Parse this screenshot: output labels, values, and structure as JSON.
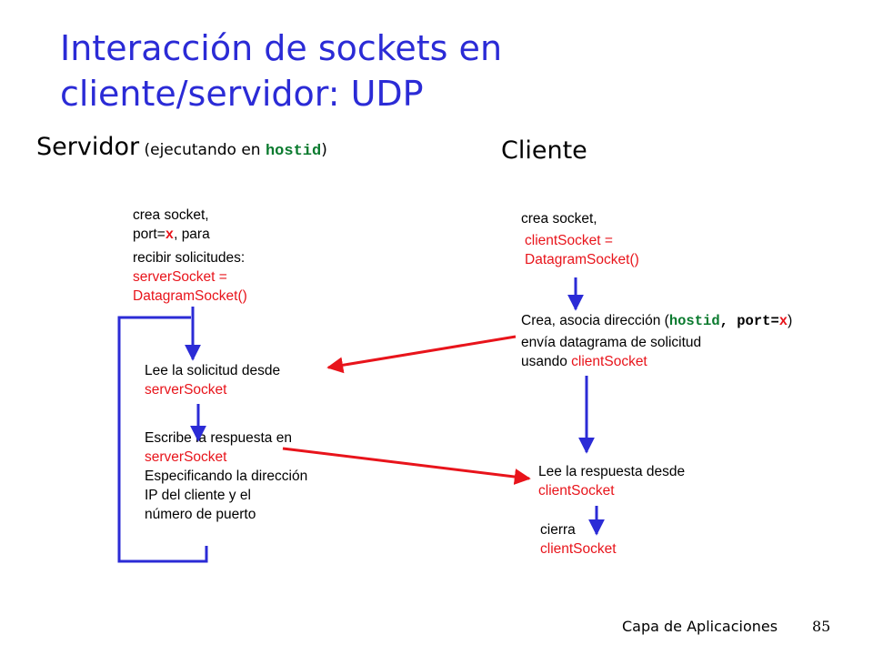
{
  "title": {
    "line1": "Interacción de sockets en",
    "line2": "cliente/servidor: UDP"
  },
  "server_header": {
    "label": "Servidor",
    "paren_open": " (ejecutando en ",
    "host": "hostid",
    "paren_close": ")"
  },
  "client_header": {
    "label": "Cliente"
  },
  "server": {
    "create": {
      "line1": "crea socket,",
      "port_pre": "port=",
      "port_var": "x",
      "port_post": ", para",
      "line3": "recibir solicitudes:",
      "code1": "serverSocket =",
      "code2": "DatagramSocket()"
    },
    "read": {
      "line1": "Lee la solicitud desde",
      "code": "serverSocket"
    },
    "write": {
      "line1": "Escribe la respuesta en",
      "code": "serverSocket",
      "line3": "Especificando la dirección",
      "line4": "IP del cliente y el",
      "line5": "número de puerto"
    }
  },
  "client": {
    "create": {
      "line1": "crea socket,",
      "code1": "clientSocket =",
      "code2": "DatagramSocket()"
    },
    "send": {
      "pre": "Crea, asocia dirección (",
      "host": "hostid",
      "mid": ", port=",
      "var": "x",
      "post": ")",
      "line2": "envía datagrama de solicitud",
      "line3_pre": "usando ",
      "line3_code": "clientSocket"
    },
    "read": {
      "line1": "Lee la respuesta desde",
      "code": "clientSocket"
    },
    "close": {
      "line1": "cierra",
      "code": "clientSocket"
    }
  },
  "footer": {
    "label": "Capa de Aplicaciones",
    "page": "85"
  },
  "colors": {
    "title": "#2b2bd6",
    "flow": "#2b2bd6",
    "message": "#e8141b",
    "code": "#e8141b",
    "mono": "#0a7a2e"
  }
}
